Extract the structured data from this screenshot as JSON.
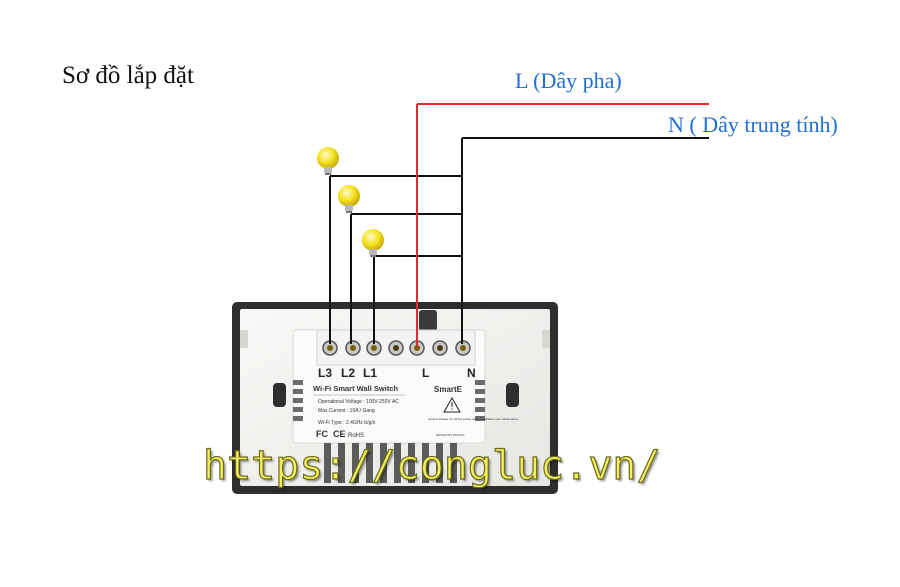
{
  "diagram": {
    "title": "Sơ đồ lắp đặt",
    "line_label": "L (Dây pha)",
    "neutral_label": "N ( Dây trung tính)"
  },
  "device": {
    "terminals": [
      "L3",
      "L2",
      "L1",
      "L",
      "N"
    ],
    "model_title": "Wi-Fi Smart Wall Switch",
    "voltage": "Operational Voltage : 100V-250V AC",
    "current": "Max.Current : 10A / Gang",
    "wifi": "Wi-Fi Type : 2.4GHz b/g/n",
    "brand": "SmartE",
    "caution": "Caution:Please cut off the power when installation and maintenance",
    "design": "DESIGN BY PACIFIC",
    "cert_fc": "FC",
    "cert_ce": "CE",
    "cert_rohs": "RoHS"
  },
  "watermark": {
    "text": "https://congluc.vn/"
  },
  "colors": {
    "line_wire": "#e8262b",
    "neutral_wire": "#111111",
    "label_blue": "#1f6fd6",
    "bulb": "#f5e21d",
    "plate_frame": "#2e2e2e",
    "plate_panel": "#f1f1ef",
    "watermark_fill": "#f4ef5c"
  }
}
